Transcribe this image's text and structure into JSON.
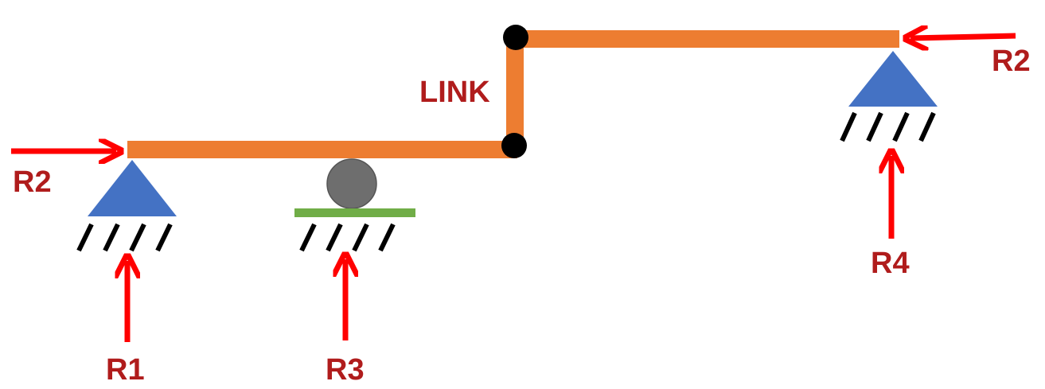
{
  "labels": {
    "link": "LINK",
    "r1": "R1",
    "r2_left": "R2",
    "r2_right": "R2",
    "r3": "R3",
    "r4": "R4"
  },
  "colors": {
    "beam": "#ED7D31",
    "pin_support": "#4472C4",
    "roller": "#6E6E6E",
    "roller_plate": "#70AD47",
    "arrow": "#FF0000",
    "label": "#B01C1C",
    "joint": "#000000",
    "hatch": "#000000"
  }
}
